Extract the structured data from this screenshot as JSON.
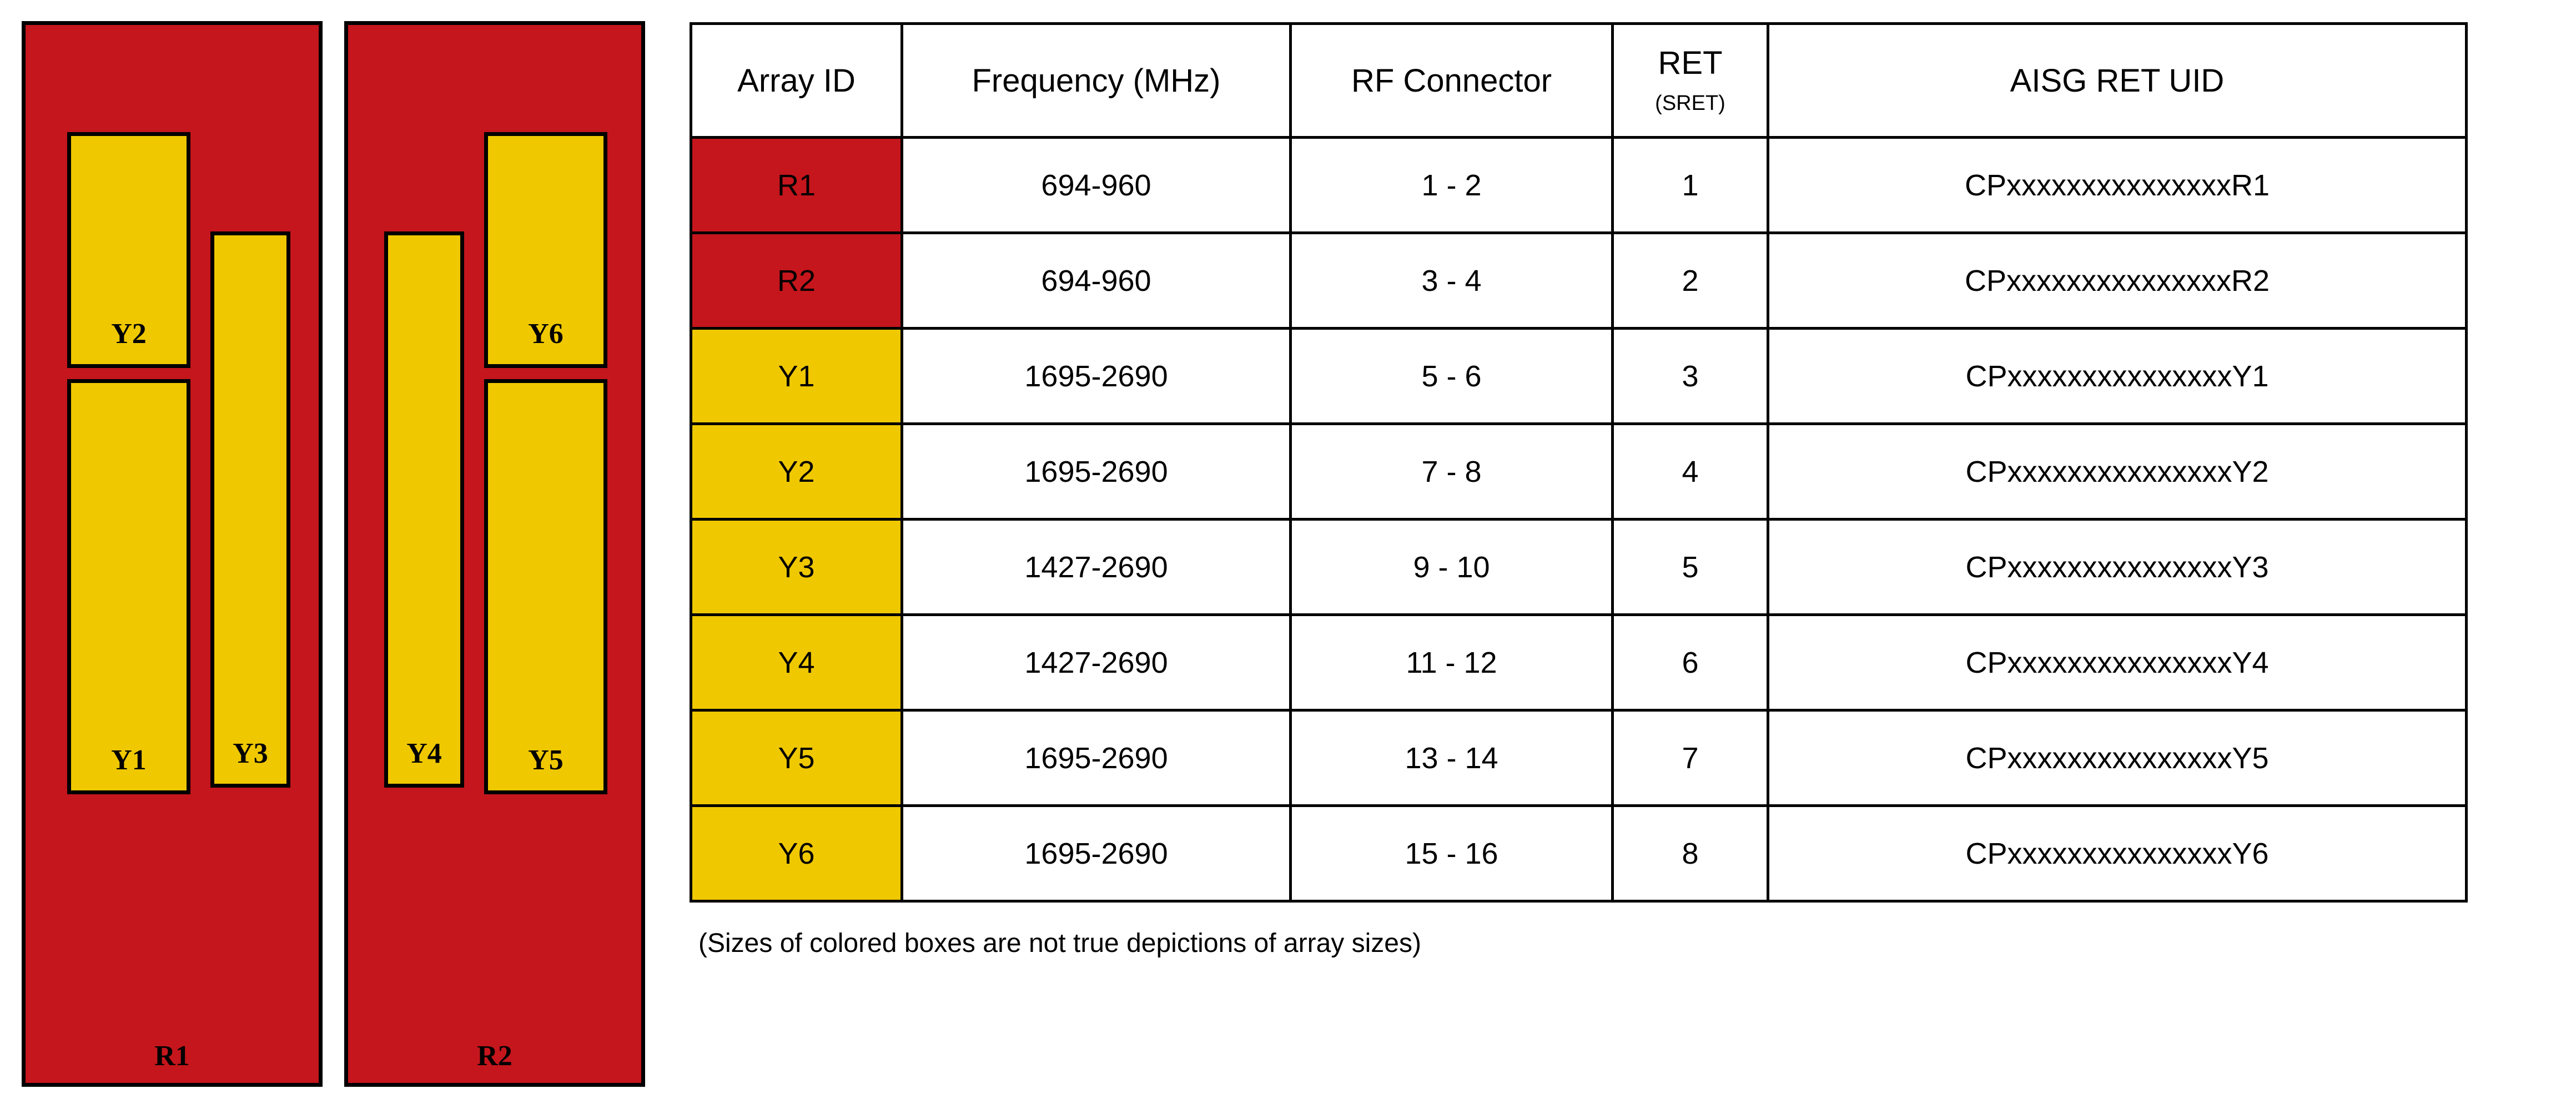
{
  "diagram": {
    "panels": [
      {
        "id": "R1",
        "label": "R1",
        "arrays": [
          {
            "id": "Y2",
            "label": "Y2"
          },
          {
            "id": "Y1",
            "label": "Y1"
          },
          {
            "id": "Y3",
            "label": "Y3"
          }
        ]
      },
      {
        "id": "R2",
        "label": "R2",
        "arrays": [
          {
            "id": "Y6",
            "label": "Y6"
          },
          {
            "id": "Y5",
            "label": "Y5"
          },
          {
            "id": "Y4",
            "label": "Y4"
          }
        ]
      }
    ],
    "colors": {
      "panel_red": "#C4161C",
      "array_yellow": "#EFC800",
      "outline": "#000000"
    }
  },
  "table": {
    "headers": {
      "array_id": "Array ID",
      "frequency": "Frequency (MHz)",
      "rf_connector": "RF Connector",
      "ret_main": "RET",
      "ret_sub": "(SRET)",
      "aisg_ret_uid": "AISG RET UID"
    },
    "rows": [
      {
        "array_id": "R1",
        "swatch": "red",
        "frequency": "694-960",
        "rf_connector": "1 - 2",
        "ret": "1",
        "uid": "CPxxxxxxxxxxxxxxxR1"
      },
      {
        "array_id": "R2",
        "swatch": "red",
        "frequency": "694-960",
        "rf_connector": "3 - 4",
        "ret": "2",
        "uid": "CPxxxxxxxxxxxxxxxR2"
      },
      {
        "array_id": "Y1",
        "swatch": "yellow",
        "frequency": "1695-2690",
        "rf_connector": "5 - 6",
        "ret": "3",
        "uid": "CPxxxxxxxxxxxxxxxY1"
      },
      {
        "array_id": "Y2",
        "swatch": "yellow",
        "frequency": "1695-2690",
        "rf_connector": "7 - 8",
        "ret": "4",
        "uid": "CPxxxxxxxxxxxxxxxY2"
      },
      {
        "array_id": "Y3",
        "swatch": "yellow",
        "frequency": "1427-2690",
        "rf_connector": "9 - 10",
        "ret": "5",
        "uid": "CPxxxxxxxxxxxxxxxY3"
      },
      {
        "array_id": "Y4",
        "swatch": "yellow",
        "frequency": "1427-2690",
        "rf_connector": "11 - 12",
        "ret": "6",
        "uid": "CPxxxxxxxxxxxxxxxY4"
      },
      {
        "array_id": "Y5",
        "swatch": "yellow",
        "frequency": "1695-2690",
        "rf_connector": "13 - 14",
        "ret": "7",
        "uid": "CPxxxxxxxxxxxxxxxY5"
      },
      {
        "array_id": "Y6",
        "swatch": "yellow",
        "frequency": "1695-2690",
        "rf_connector": "15 - 16",
        "ret": "8",
        "uid": "CPxxxxxxxxxxxxxxxY6"
      }
    ]
  },
  "footnote": "(Sizes of colored boxes are not true depictions of array sizes)"
}
